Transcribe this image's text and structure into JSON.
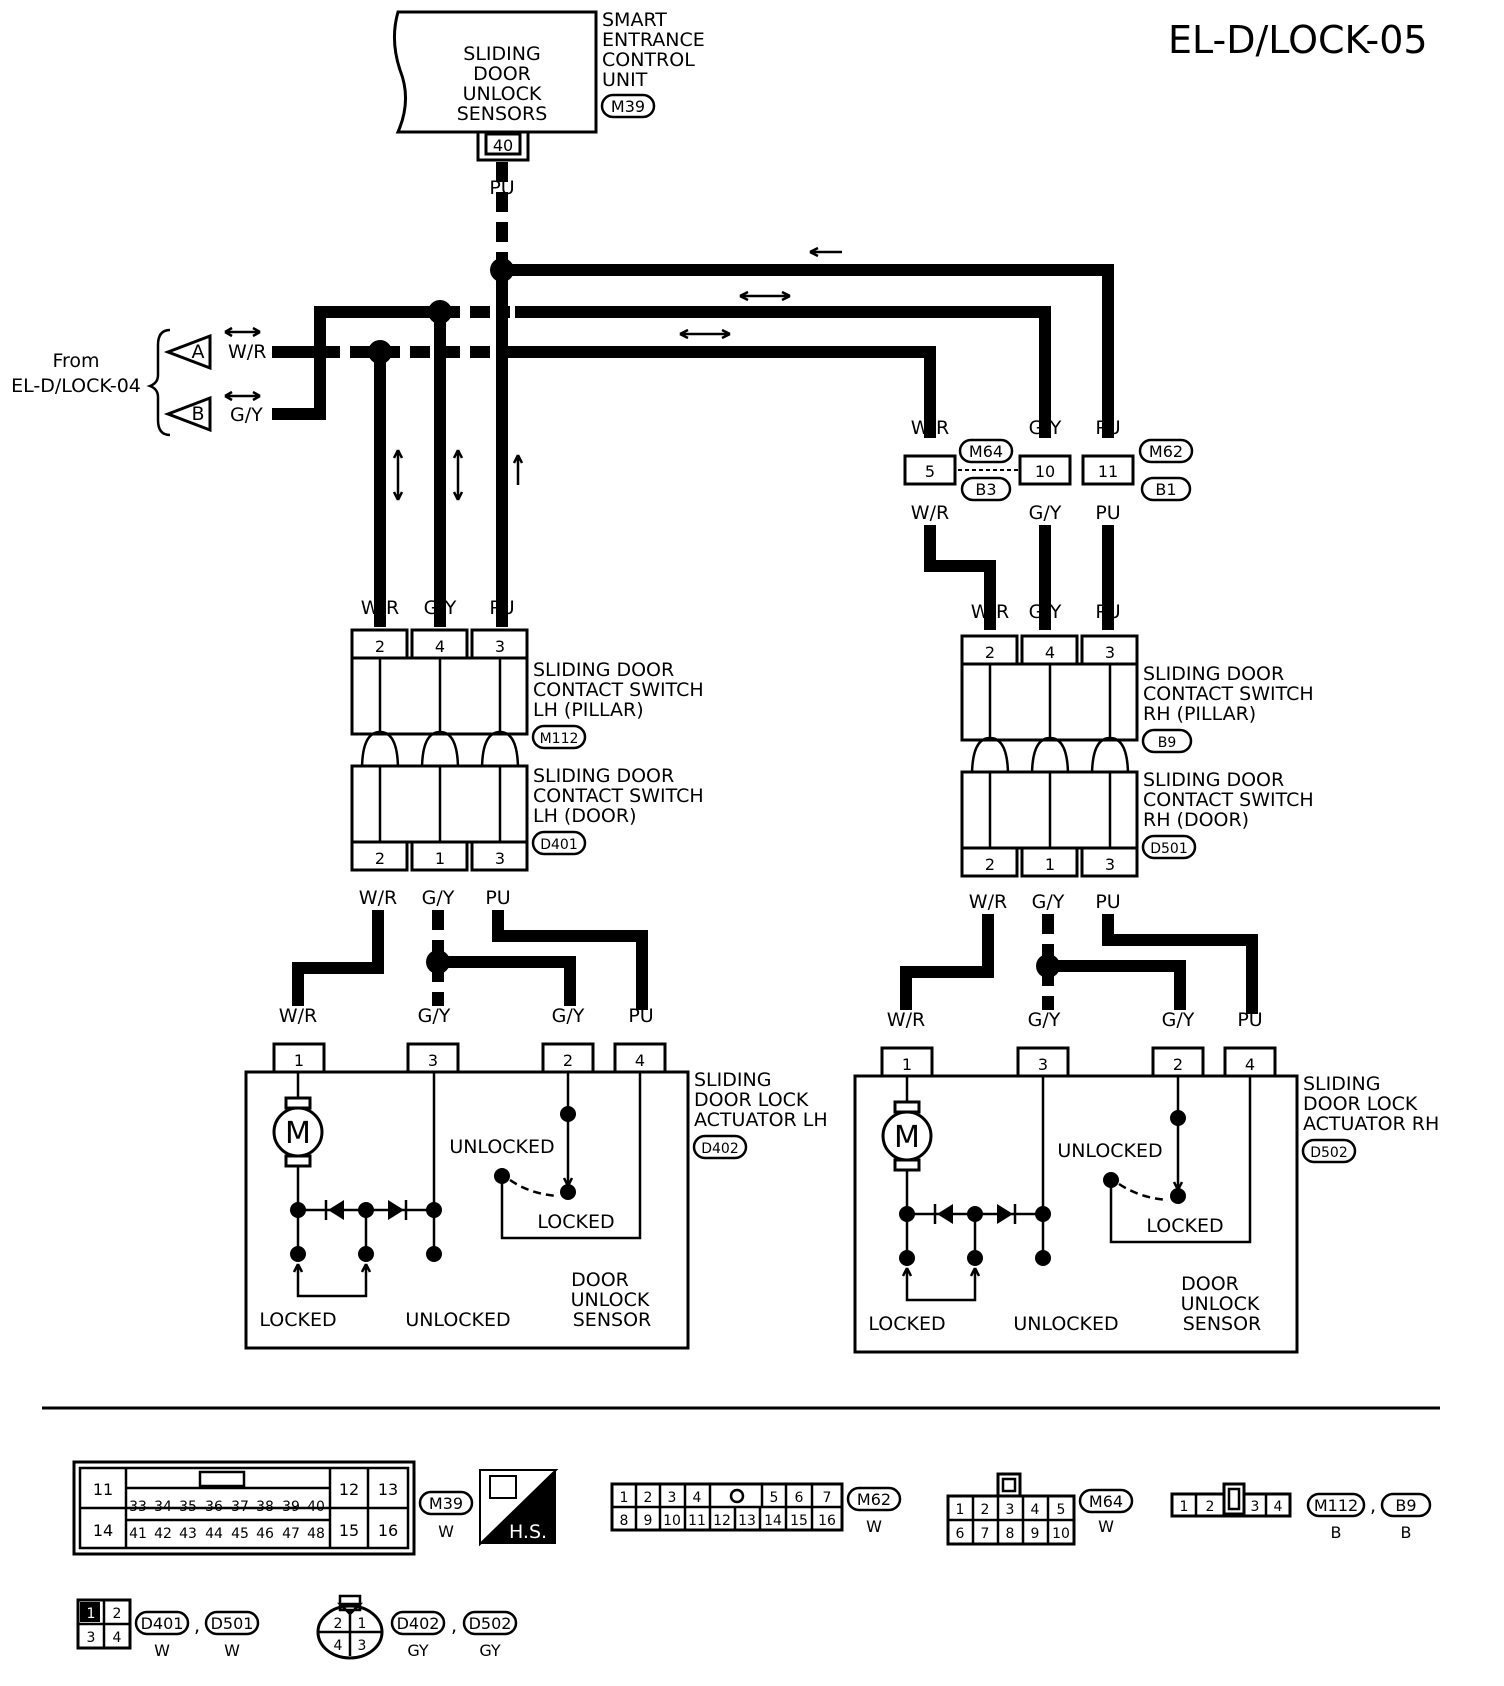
{
  "title": "EL-D/LOCK-05",
  "unit": {
    "inner_label": [
      "SLIDING",
      "DOOR",
      "UNLOCK",
      "SENSORS"
    ],
    "name": [
      "SMART",
      "ENTRANCE",
      "CONTROL",
      "UNIT"
    ],
    "connector": "M39",
    "terminal": "40",
    "wire": "PU"
  },
  "source": {
    "from_label": "From",
    "ref": "EL-D/LOCK-04",
    "a": "A",
    "b": "B",
    "a_wire": "W/R",
    "b_wire": "G/Y"
  },
  "wires": {
    "wr": "W/R",
    "gy": "G/Y",
    "pu": "PU"
  },
  "junction": {
    "left_conn": [
      "M64",
      "B3"
    ],
    "right_conn": [
      "M62",
      "B1"
    ],
    "pins": [
      "5",
      "10",
      "11"
    ]
  },
  "lh": {
    "pillar_name": [
      "SLIDING DOOR",
      "CONTACT SWITCH",
      "LH (PILLAR)"
    ],
    "pillar_conn": "M112",
    "pillar_pins": [
      "2",
      "4",
      "3"
    ],
    "door_name": [
      "SLIDING DOOR",
      "CONTACT SWITCH",
      "LH (DOOR)"
    ],
    "door_conn": "D401",
    "door_pins": [
      "2",
      "1",
      "3"
    ],
    "actuator_name": [
      "SLIDING",
      "DOOR  LOCK",
      "ACTUATOR LH"
    ],
    "actuator_conn": "D402",
    "actuator_pins": [
      "1",
      "3",
      "2",
      "4"
    ]
  },
  "rh": {
    "pillar_name": [
      "SLIDING DOOR",
      "CONTACT SWITCH",
      "RH (PILLAR)"
    ],
    "pillar_conn": "B9",
    "pillar_pins": [
      "2",
      "4",
      "3"
    ],
    "door_name": [
      "SLIDING DOOR",
      "CONTACT SWITCH",
      "RH (DOOR)"
    ],
    "door_conn": "D501",
    "door_pins": [
      "2",
      "1",
      "3"
    ],
    "actuator_name": [
      "SLIDING",
      "DOOR  LOCK",
      "ACTUATOR RH"
    ],
    "actuator_conn": "D502",
    "actuator_pins": [
      "1",
      "3",
      "2",
      "4"
    ]
  },
  "actuator": {
    "motor": "M",
    "unlocked": "UNLOCKED",
    "locked": "LOCKED",
    "sensor": [
      "DOOR",
      "UNLOCK",
      "SENSOR"
    ]
  },
  "legend": {
    "m39_top": [
      "11",
      "13"
    ],
    "m39_mid": [
      "33",
      "34",
      "35",
      "36",
      "37",
      "38",
      "39",
      "40"
    ],
    "m39_mid_right": "12",
    "m39_bot": [
      "14",
      "16"
    ],
    "m39_bot_mid": [
      "41",
      "42",
      "43",
      "44",
      "45",
      "46",
      "47",
      "48"
    ],
    "m39_bot_right": "15",
    "m39_label": "M39",
    "m39_color": "W",
    "hs": "H.S.",
    "m62_top": [
      "1",
      "2",
      "3",
      "4",
      "5",
      "6",
      "7"
    ],
    "m62_bot": [
      "8",
      "9",
      "10",
      "11",
      "12",
      "13",
      "14",
      "15",
      "16"
    ],
    "m62_label": "M62",
    "m62_color": "W",
    "m64_top": [
      "1",
      "2",
      "3",
      "4",
      "5"
    ],
    "m64_bot": [
      "6",
      "7",
      "8",
      "9",
      "10"
    ],
    "m64_label": "M64",
    "m64_color": "W",
    "m112_pins": [
      "1",
      "2",
      "3",
      "4"
    ],
    "m112_label": "M112",
    "m112_color": "B",
    "b9_label": "B9",
    "b9_color": "B",
    "d401_pins": [
      "1",
      "2",
      "3",
      "4"
    ],
    "d401_label": "D401",
    "d401_color": "W",
    "d501_label": "D501",
    "d501_color": "W",
    "d402_pins": [
      "2",
      "1",
      "4",
      "3"
    ],
    "d402_label": "D402",
    "d402_color": "GY",
    "d502_label": "D502",
    "d502_color": "GY",
    "comma": ","
  }
}
